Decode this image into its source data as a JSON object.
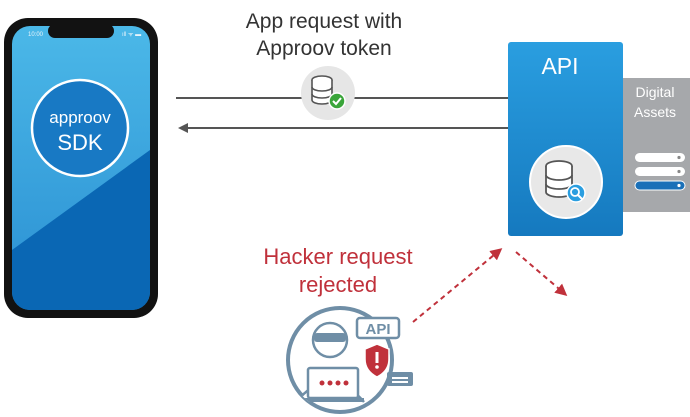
{
  "phone": {
    "status_time": "10:00",
    "status_icons": "ıll ᯤ ▬",
    "sdk_brand": "approov",
    "sdk_label": "SDK"
  },
  "request": {
    "line1": "App request with",
    "line2": "Approov token"
  },
  "api_panel": {
    "label": "API"
  },
  "assets": {
    "line1": "Digital",
    "line2": "Assets"
  },
  "hacker": {
    "line1": "Hacker request",
    "line2": "rejected",
    "badge": "API",
    "color": "#c0313b"
  },
  "colors": {
    "phone_blue_light": "#3fb0e3",
    "phone_blue_dark": "#0a67b4",
    "api_blue": "#1e8fd4",
    "assets_gray": "#a6a8ab",
    "arrow_gray": "#555555",
    "check_green": "#3aa53a",
    "hacker_outline": "#6f8ea6"
  }
}
